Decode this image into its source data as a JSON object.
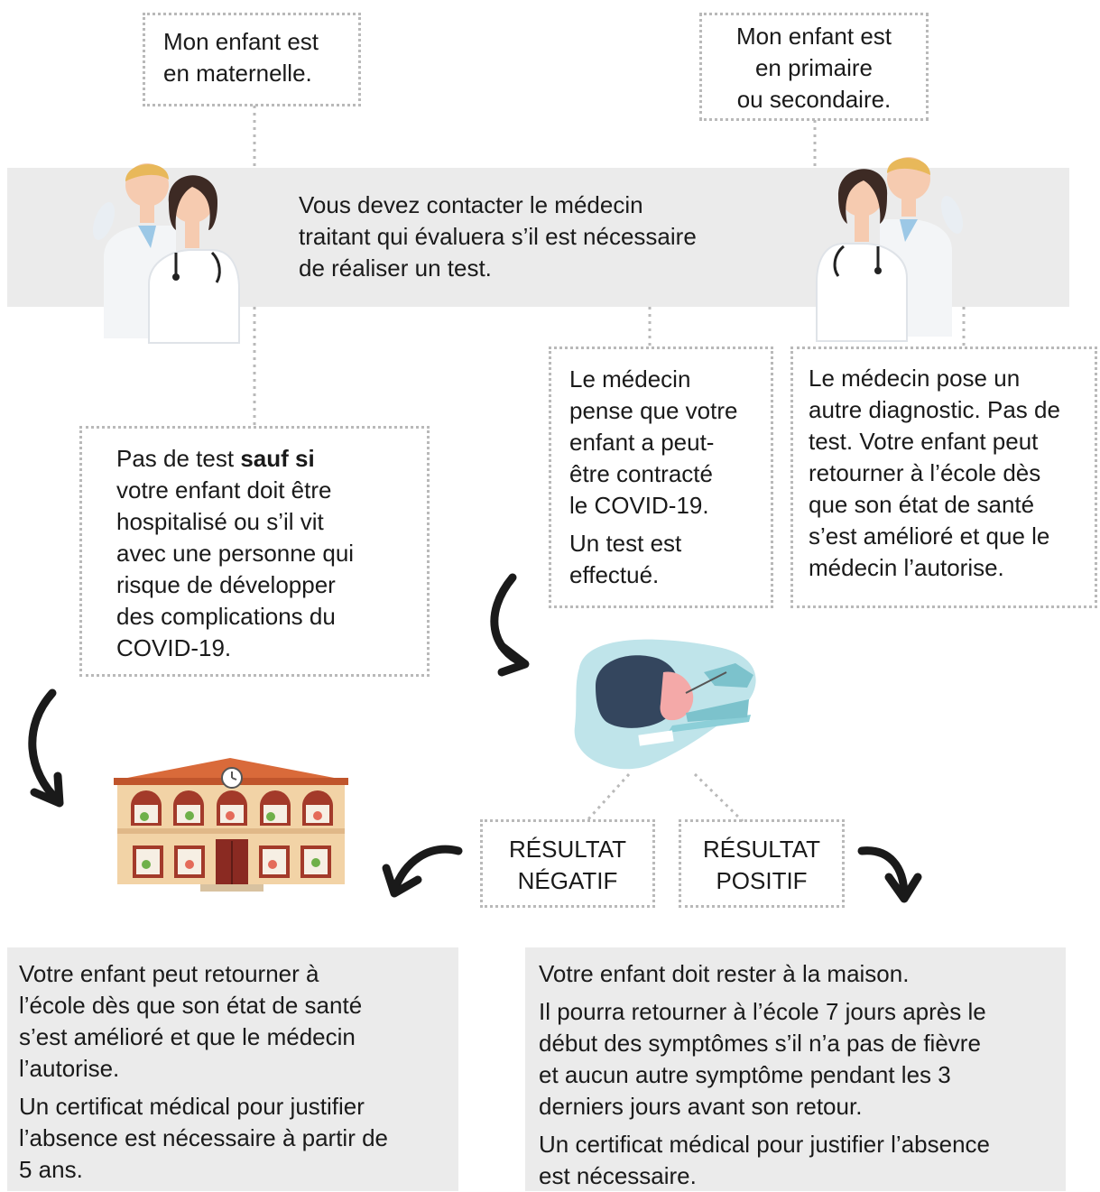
{
  "top": {
    "maternelle": [
      "Mon enfant est",
      "en maternelle."
    ],
    "primaire": [
      "Mon enfant est",
      "en primaire",
      "ou secondaire."
    ]
  },
  "contact": [
    "Vous devez contacter le médecin",
    "traitant qui évaluera s’il est nécessaire",
    "de réaliser un test."
  ],
  "no_test": {
    "lead": "Pas de test ",
    "bold": "sauf si",
    "first_rest": "",
    "lines": [
      "votre enfant doit être",
      "hospitalisé ou s’il vit",
      "avec une personne qui",
      "risque de développer",
      "des complications du",
      "COVID-19."
    ]
  },
  "suspect": {
    "lines": [
      "Le médecin",
      "pense que votre",
      "enfant a peut-",
      "être contracté",
      "le COVID-19."
    ],
    "lines2": [
      "Un test est",
      "effectué."
    ]
  },
  "other_diag": [
    "Le médecin pose un",
    "autre diagnostic. Pas de",
    "test. Votre enfant peut",
    "retourner à l’école dès",
    "que son état de santé",
    "s’est amélioré et que le",
    "médecin l’autorise."
  ],
  "results": {
    "negative": [
      "RÉSULTAT",
      "NÉGATIF"
    ],
    "positive": [
      "RÉSULTAT",
      "POSITIF"
    ]
  },
  "outcome_negative": {
    "p1": [
      "Votre enfant peut retourner à",
      "l’école dès que son état de santé",
      "s’est amélioré et que le médecin",
      "l’autorise."
    ],
    "p2": [
      "Un certificat médical pour justifier",
      "l’absence est nécessaire à partir de",
      "5 ans."
    ]
  },
  "outcome_positive": {
    "p1": [
      "Votre enfant doit rester à la maison."
    ],
    "p2": [
      "Il pourra retourner à l’école 7 jours après le",
      "début des symptômes s’il n’a pas de fièvre",
      "et aucun autre symptôme pendant les 3",
      "derniers jours avant son retour."
    ],
    "p3": [
      "Un certificat médical pour justifier l’absence",
      "est nécessaire."
    ]
  },
  "colors": {
    "band": "#ebebeb",
    "dots": "#b9b9b9",
    "teal": "#8ccfd8",
    "arrow": "#1a1a1a",
    "roof": "#d96a3a",
    "wall": "#f2d3a6"
  },
  "icons": [
    "doctors-left-icon",
    "doctors-right-icon",
    "swab-test-icon",
    "school-building-icon",
    "curved-arrow-icon"
  ]
}
